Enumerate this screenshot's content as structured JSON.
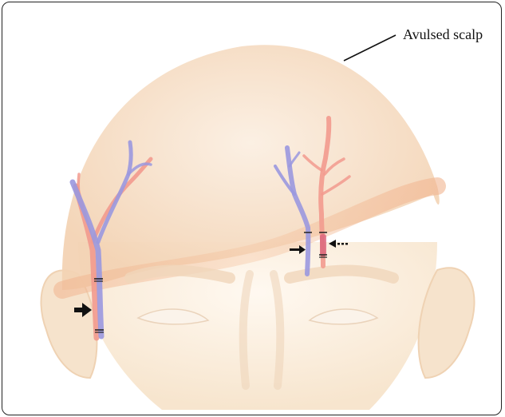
{
  "annotations": {
    "avulsed_scalp": "Avulsed scalp"
  },
  "palette": {
    "skin": "#f6dcc2",
    "scalp": "#f3c9a4",
    "artery": "#f29a8e",
    "vein": "#9a98df",
    "arrow": "#111111"
  },
  "icons": {
    "solid_arrow": "arrow-right",
    "dashed_arrow": "arrow-left-dotted"
  }
}
